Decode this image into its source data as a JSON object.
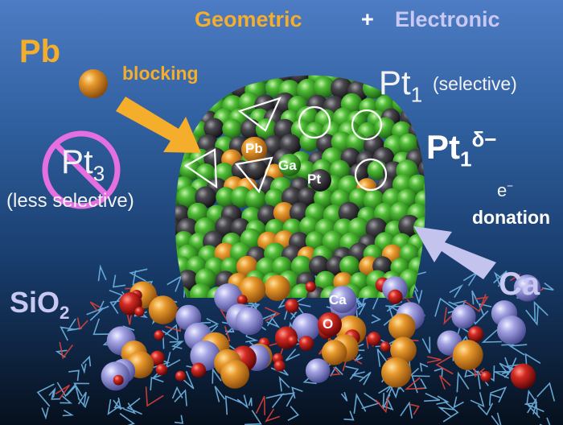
{
  "header": {
    "geometric": "Geometric",
    "plus": "+",
    "electronic": "Electronic"
  },
  "pb_block": {
    "pb": "Pb",
    "blocking": "blocking"
  },
  "pt3": {
    "symbol": "Pt",
    "subscript": "3",
    "note": "(less selective)"
  },
  "pt1_selective": {
    "symbol": "Pt",
    "subscript": "1",
    "note": "(selective)"
  },
  "pt1_delta": {
    "symbol": "Pt",
    "subscript": "1",
    "superscript": "δ−"
  },
  "electron": {
    "symbol": "e",
    "superscript": "−",
    "donation": "donation"
  },
  "ca_side": "Ca",
  "support": {
    "formula": "SiO",
    "subscript": "2"
  },
  "cluster_labels": {
    "pb": "Pb",
    "ga": "Ga",
    "pt": "Pt"
  },
  "surface_labels": {
    "ca": "Ca",
    "o": "O"
  },
  "colors": {
    "orange_accent": "#f5ad2c",
    "lavender_accent": "#c9c8f2",
    "forbidden_ring": "#e56fe0",
    "ga_atom": "#3fae2c",
    "pt_atom": "#3a3a3e",
    "pb_atom": "#e0932a",
    "ca_atom": "#9a9ade",
    "o_atom": "#c41d1d",
    "si_lattice": "#6aaedc"
  }
}
